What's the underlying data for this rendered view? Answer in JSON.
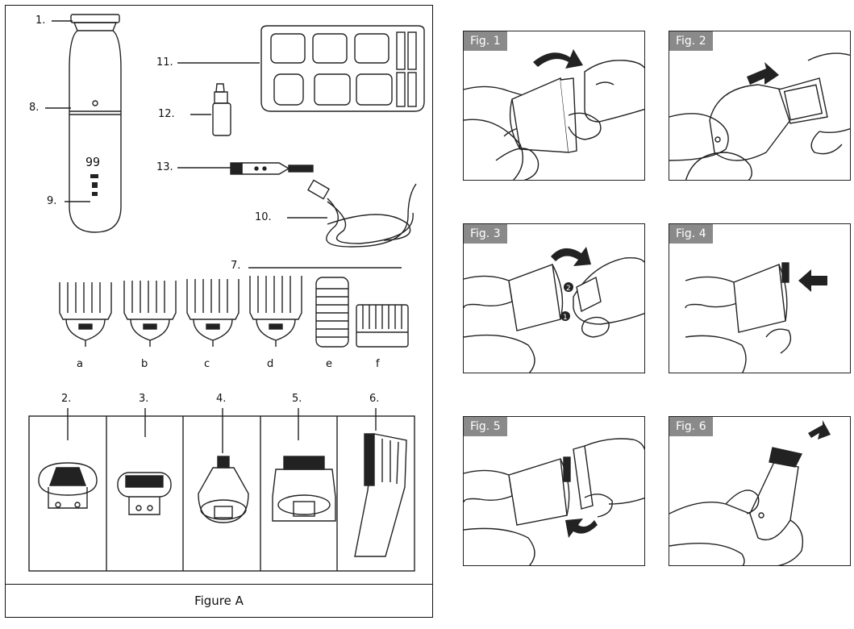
{
  "figure_a": {
    "caption": "Figure A",
    "labels": {
      "n1": "1.",
      "n8": "8.",
      "n9": "9.",
      "n10": "10.",
      "n11": "11.",
      "n12": "12.",
      "n13": "13.",
      "n7": "7.",
      "n2": "2.",
      "n3": "3.",
      "n4": "4.",
      "n5": "5.",
      "n6": "6."
    },
    "display_value": "99",
    "combs": [
      "a",
      "b",
      "c",
      "d",
      "e",
      "f"
    ]
  },
  "figures": [
    {
      "label": "Fig. 1"
    },
    {
      "label": "Fig. 2"
    },
    {
      "label": "Fig. 3",
      "markers": [
        "2",
        "1"
      ]
    },
    {
      "label": "Fig. 4"
    },
    {
      "label": "Fig. 5"
    },
    {
      "label": "Fig. 6"
    }
  ],
  "colors": {
    "line": "#222222",
    "tag_bg": "#8a8a8a",
    "tag_text": "#ffffff"
  }
}
